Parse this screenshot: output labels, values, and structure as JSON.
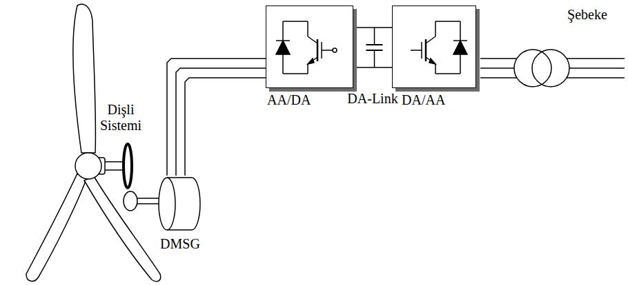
{
  "diagram": {
    "nodes": [
      {
        "text": [
          "DMSG"
        ]
      },
      {
        "text": [
          "AA/DA"
        ]
      },
      {
        "text": [
          "DA/AA"
        ]
      }
    ],
    "edges": [
      {
        "from": 0,
        "to": 1,
        "arrow": "none"
      },
      {
        "from": 1,
        "to": 2,
        "arrow": "none"
      }
    ],
    "labels": [
      "Dişli Sistemi",
      "DA-Link",
      "Şebeke"
    ]
  }
}
